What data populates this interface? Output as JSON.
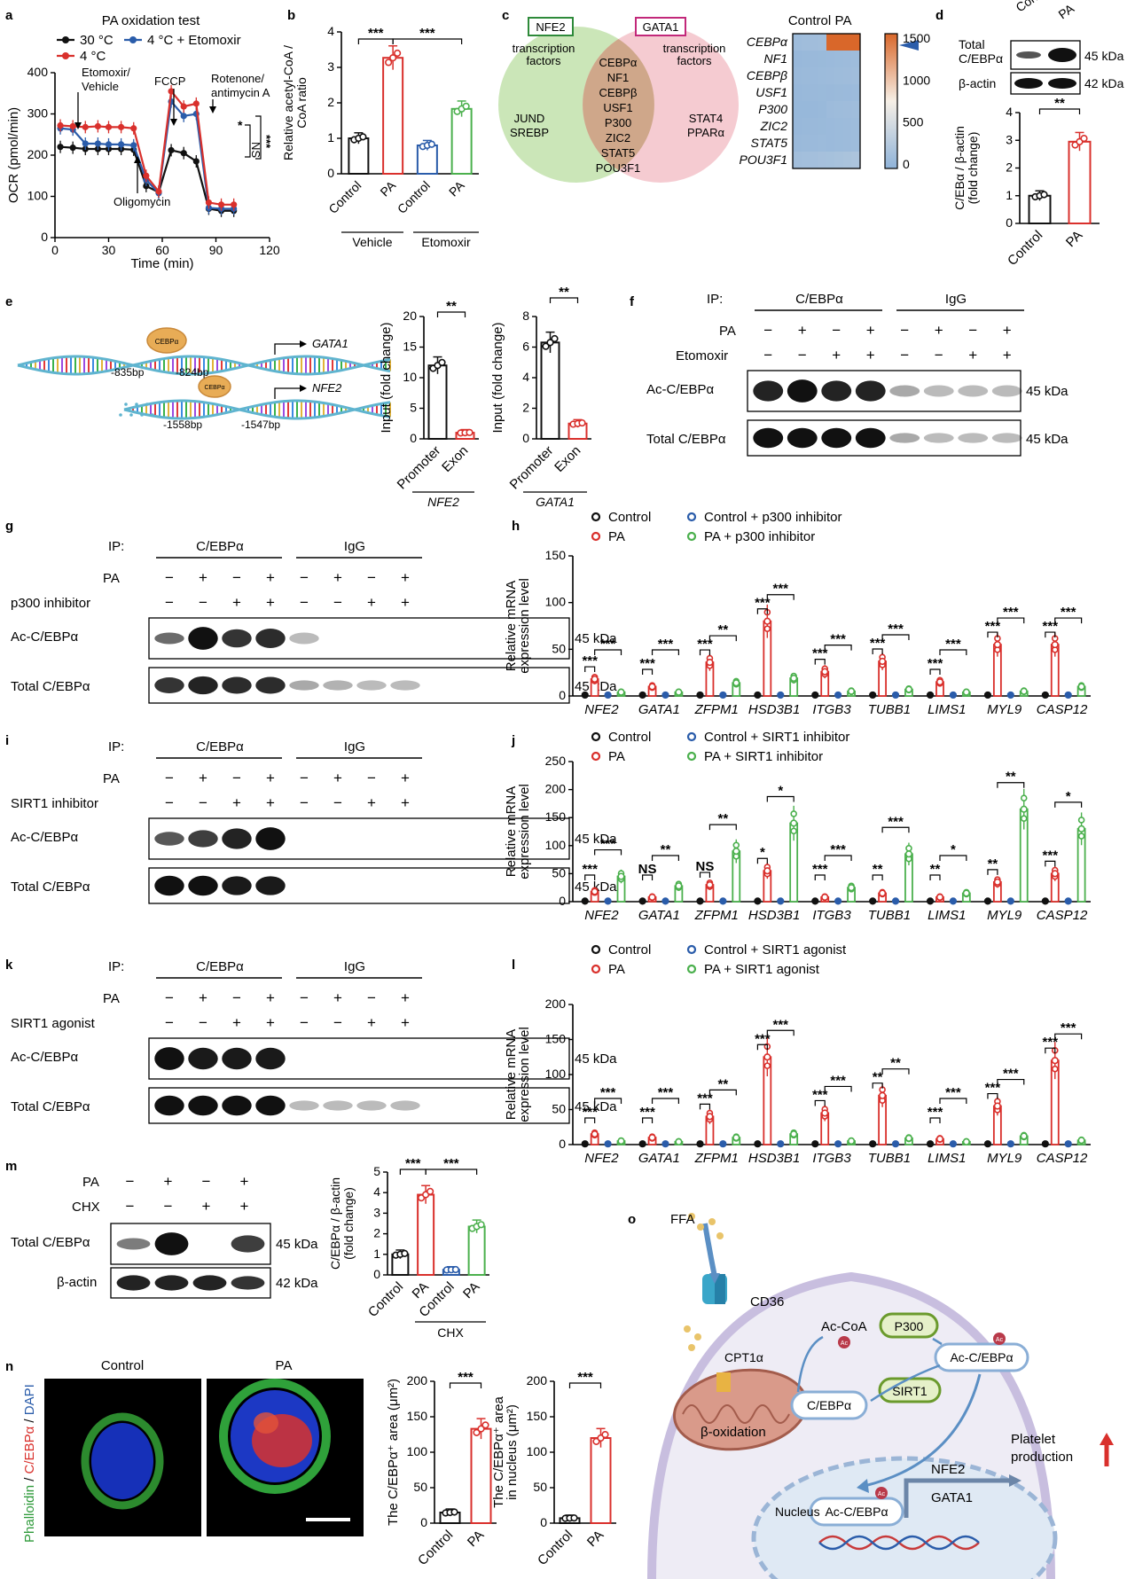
{
  "colors": {
    "black": "#111111",
    "red": "#d9302c",
    "blue": "#2a5caa",
    "green": "#4bb04d",
    "gray": "#7f7f7f"
  },
  "panel_letters": {
    "a": "a",
    "b": "b",
    "c": "c",
    "d": "d",
    "e": "e",
    "f": "f",
    "g": "g",
    "h": "h",
    "i": "i",
    "j": "j",
    "k": "k",
    "l": "l",
    "m": "m",
    "n": "n",
    "o": "o"
  },
  "units": {
    "kda45": "45 kDa",
    "kda42": "42 kDa"
  },
  "blot_common": {
    "ip": "IP:",
    "cebpa": "C/EBPα",
    "igg": "IgG",
    "pa": "PA",
    "minus": "−",
    "plus": "+",
    "ac_cebpa": "Ac-C/EBPα",
    "total_cebpa": "Total C/EBPα",
    "actin": "β-actin"
  },
  "panel_a": {
    "title": "PA oxidation test",
    "legend": [
      "30 °C",
      "4 °C + Etomoxir",
      "4 °C"
    ],
    "annotations": {
      "etomoxir": "Etomoxir/",
      "vehicle": "Vehicle",
      "fccp": "FCCP",
      "rotenone": "Rotenone/",
      "antimycin": "antimycin A",
      "oligomycin": "Oligomycin",
      "ns": "NS",
      "sig1": "*",
      "sig2": "***"
    }
  },
  "panel_b": {
    "groups": [
      "Vehicle",
      "Etomoxir"
    ],
    "sig": [
      "***",
      "***"
    ]
  },
  "panel_c": {
    "venn_left": "NFE2",
    "venn_right": "GATA1",
    "left_sub": "transcription factors",
    "right_sub": "transcription factors",
    "left_only": [
      "JUND",
      "SREBP"
    ],
    "right_only": [
      "STAT4",
      "PPARα"
    ],
    "overlap": [
      "CEBPα",
      "NF1",
      "CEBPβ",
      "USF1",
      "P300",
      "ZIC2",
      "STAT5",
      "POU3F1"
    ],
    "heat_cols": [
      "Control",
      "PA"
    ],
    "heat_rows": [
      "CEBPα",
      "NF1",
      "CEBPβ",
      "USF1",
      "P300",
      "ZIC2",
      "STAT5",
      "POU3F1"
    ],
    "heat_values": [
      [
        100,
        1250
      ],
      [
        60,
        80
      ],
      [
        70,
        90
      ],
      [
        60,
        70
      ],
      [
        50,
        90
      ],
      [
        60,
        80
      ],
      [
        70,
        80
      ],
      [
        120,
        150
      ]
    ],
    "colorbar_ticks": [
      1500,
      1000,
      500,
      0
    ]
  },
  "panel_d": {
    "blot_rows": [
      "Total\nC/EBPα",
      "β-actin"
    ],
    "cols": [
      "Control",
      "PA"
    ],
    "sig": "**"
  },
  "panel_e": {
    "gata1": "GATA1",
    "nfe2": "NFE2",
    "bp1": "-835bp",
    "bp2": "-824bp",
    "bp3": "-1558bp",
    "bp4": "-1547bp",
    "cebpa": "CEBPα",
    "sig": [
      "**",
      "**"
    ],
    "cats": [
      "Promoter",
      "Exon"
    ],
    "gene_labels": [
      "NFE2",
      "GATA1"
    ]
  },
  "panel_f": {
    "row3": "Etomoxir",
    "pa": [
      "−",
      "+",
      "−",
      "+",
      "−",
      "+",
      "−",
      "+"
    ],
    "etomoxir": [
      "−",
      "−",
      "+",
      "+",
      "−",
      "−",
      "+",
      "+"
    ]
  },
  "panel_g": {
    "row3": "p300 inhibitor",
    "pa": [
      "−",
      "+",
      "−",
      "+",
      "−",
      "+",
      "−",
      "+"
    ],
    "tr": [
      "−",
      "−",
      "+",
      "+",
      "−",
      "−",
      "+",
      "+"
    ]
  },
  "panel_i": {
    "row3": "SIRT1 inhibitor",
    "pa": [
      "−",
      "+",
      "−",
      "+",
      "−",
      "+",
      "−",
      "+"
    ],
    "tr": [
      "−",
      "−",
      "+",
      "+",
      "−",
      "−",
      "+",
      "+"
    ]
  },
  "panel_k": {
    "row3": "SIRT1 agonist",
    "pa": [
      "−",
      "+",
      "−",
      "+",
      "−",
      "+",
      "−",
      "+"
    ],
    "tr": [
      "−",
      "−",
      "+",
      "+",
      "−",
      "−",
      "+",
      "+"
    ]
  },
  "panel_m": {
    "pa": [
      "−",
      "+",
      "−",
      "+"
    ],
    "chx_label": "CHX",
    "chx": [
      "−",
      "−",
      "+",
      "+"
    ],
    "sig": [
      "***",
      "***"
    ]
  },
  "panel_n": {
    "img_labels": [
      "Control",
      "PA"
    ],
    "stain": [
      "Phalloidin",
      "C/EBPα",
      "DAPI"
    ],
    "sep": " / ",
    "sig": [
      "***",
      "***"
    ]
  },
  "panel_o": {
    "ffa": "FFA",
    "cd36": "CD36",
    "cpt1a": "CPT1α",
    "boxid": "β-oxidation",
    "acoa": "Ac-CoA",
    "ac": "Ac",
    "p300": "P300",
    "sirt1": "SIRT1",
    "cebpa": "C/EBPα",
    "accebpa": "Ac-C/EBPα",
    "nfe2": "NFE2",
    "gata1": "GATA1",
    "nucleus": "Nucleus",
    "platelet": "Platelet",
    "production": "production"
  },
  "chart_data": [
    {
      "id": "a",
      "type": "line",
      "xlabel": "Time (min)",
      "ylabel": "OCR (pmol/min)",
      "xlim": [
        0,
        120
      ],
      "ylim": [
        0,
        400
      ],
      "xticks": [
        0,
        30,
        60,
        90,
        120
      ],
      "yticks": [
        0,
        100,
        200,
        300,
        400
      ],
      "series": [
        {
          "name": "30 °C",
          "color": "black",
          "x": [
            3,
            10,
            17,
            24,
            30,
            37,
            44,
            51,
            58,
            65,
            72,
            79,
            86,
            93,
            100
          ],
          "y": [
            220,
            218,
            215,
            215,
            215,
            215,
            213,
            125,
            110,
            212,
            205,
            185,
            70,
            65,
            65
          ]
        },
        {
          "name": "4 °C",
          "color": "red",
          "x": [
            3,
            10,
            17,
            24,
            30,
            37,
            44,
            51,
            58,
            65,
            72,
            79,
            86,
            93,
            100
          ],
          "y": [
            272,
            270,
            268,
            270,
            268,
            268,
            265,
            150,
            112,
            355,
            318,
            325,
            85,
            80,
            80
          ]
        },
        {
          "name": "4 °C + Etomoxir",
          "color": "blue",
          "x": [
            3,
            10,
            17,
            24,
            30,
            37,
            44,
            51,
            58,
            65,
            72,
            79,
            86,
            93,
            100
          ],
          "y": [
            265,
            262,
            228,
            228,
            226,
            226,
            224,
            140,
            108,
            330,
            295,
            300,
            72,
            70,
            70
          ]
        }
      ]
    },
    {
      "id": "b",
      "type": "bar",
      "ylabel": "Relative acetyl-CoA /\nCoA ratio",
      "ylim": [
        0,
        4
      ],
      "yticks": [
        0,
        1,
        2,
        3,
        4
      ],
      "categories": [
        "Control",
        "PA",
        "Control",
        "PA"
      ],
      "values": [
        1.0,
        3.27,
        0.8,
        1.83
      ],
      "colors": [
        "black",
        "red",
        "blue",
        "green"
      ]
    },
    {
      "id": "d",
      "type": "bar",
      "ylabel": "C/EBα / β-actin\n(fold change)",
      "ylim": [
        0,
        4
      ],
      "yticks": [
        0,
        1,
        2,
        3,
        4
      ],
      "categories": [
        "Control",
        "PA"
      ],
      "values": [
        1.0,
        2.95
      ],
      "colors": [
        "black",
        "red"
      ]
    },
    {
      "id": "e1",
      "type": "bar",
      "ylabel": "Input (fold change)",
      "ylim": [
        0,
        20
      ],
      "yticks": [
        0,
        5,
        10,
        15,
        20
      ],
      "categories": [
        "Promoter",
        "Exon"
      ],
      "values": [
        12.0,
        1.0
      ],
      "colors": [
        "black",
        "red"
      ]
    },
    {
      "id": "e2",
      "type": "bar",
      "ylabel": "Input (fold change)",
      "ylim": [
        0,
        8
      ],
      "yticks": [
        0,
        2,
        4,
        6,
        8
      ],
      "categories": [
        "Promoter",
        "Exon"
      ],
      "values": [
        6.3,
        1.0
      ],
      "colors": [
        "black",
        "red"
      ]
    },
    {
      "id": "h",
      "type": "bar",
      "ylabel": "Relative mRNA\nexpression level",
      "ylim": [
        0,
        150
      ],
      "yticks": [
        0,
        50,
        100,
        150
      ],
      "legend": [
        "Control",
        "PA",
        "Control + p300 inhibitor",
        "PA + p300 inhibitor"
      ],
      "categories": [
        "NFE2",
        "GATA1",
        "ZFPM1",
        "HSD3B1",
        "ITGB3",
        "TUBB1",
        "LIMS1",
        "MYL9",
        "CASP12"
      ],
      "series": [
        {
          "name": "Control",
          "values": [
            1,
            1,
            1,
            1,
            1,
            1,
            1,
            1,
            1
          ]
        },
        {
          "name": "PA",
          "values": [
            18,
            10,
            36,
            80,
            26,
            37,
            15,
            55,
            55
          ]
        },
        {
          "name": "Control + p300 inhibitor",
          "values": [
            1,
            1,
            1,
            1,
            1,
            1,
            1,
            1,
            1
          ]
        },
        {
          "name": "PA + p300 inhibitor",
          "values": [
            4,
            4,
            14,
            19,
            5,
            7,
            4,
            5,
            10
          ]
        }
      ],
      "sig": [
        [
          "***",
          "***"
        ],
        [
          "***",
          "***"
        ],
        [
          "***",
          "**"
        ],
        [
          "***",
          "***"
        ],
        [
          "***",
          "***"
        ],
        [
          "***",
          "***"
        ],
        [
          "***",
          "***"
        ],
        [
          "***",
          "***"
        ],
        [
          "***",
          "***"
        ]
      ]
    },
    {
      "id": "j",
      "type": "bar",
      "ylabel": "Relative mRNA\nexpression level",
      "ylim": [
        0,
        250
      ],
      "yticks": [
        0,
        50,
        100,
        150,
        200,
        250
      ],
      "legend": [
        "Control",
        "PA",
        "Control + SIRT1 inhibitor",
        "PA + SIRT1 inhibitor"
      ],
      "categories": [
        "NFE2",
        "GATA1",
        "ZFPM1",
        "HSD3B1",
        "ITGB3",
        "TUBB1",
        "LIMS1",
        "MYL9",
        "CASP12"
      ],
      "series": [
        {
          "name": "Control",
          "values": [
            1,
            1,
            1,
            1,
            1,
            1,
            1,
            1,
            1
          ]
        },
        {
          "name": "PA",
          "values": [
            18,
            8,
            30,
            55,
            8,
            15,
            8,
            35,
            50
          ]
        },
        {
          "name": "Control + SIRT1 inhibitor",
          "values": [
            1,
            1,
            1,
            1,
            1,
            1,
            1,
            1,
            1
          ]
        },
        {
          "name": "PA + SIRT1 inhibitor",
          "values": [
            45,
            28,
            90,
            140,
            25,
            85,
            15,
            165,
            130
          ]
        }
      ],
      "sig": [
        [
          "***",
          "***"
        ],
        [
          "NS",
          "**"
        ],
        [
          "NS",
          "**"
        ],
        [
          "*",
          "*"
        ],
        [
          "***",
          "***"
        ],
        [
          "**",
          "***"
        ],
        [
          "**",
          "*"
        ],
        [
          "**",
          "**"
        ],
        [
          "***",
          "*"
        ]
      ]
    },
    {
      "id": "l",
      "type": "bar",
      "ylabel": "Relative mRNA\nexpression level",
      "ylim": [
        0,
        200
      ],
      "yticks": [
        0,
        50,
        100,
        150,
        200
      ],
      "legend": [
        "Control",
        "PA",
        "Control + SIRT1 agonist",
        "PA + SIRT1 agonist"
      ],
      "categories": [
        "NFE2",
        "GATA1",
        "ZFPM1",
        "HSD3B1",
        "ITGB3",
        "TUBB1",
        "LIMS1",
        "MYL9",
        "CASP12"
      ],
      "series": [
        {
          "name": "Control",
          "values": [
            1,
            1,
            1,
            1,
            1,
            1,
            1,
            1,
            1
          ]
        },
        {
          "name": "PA",
          "values": [
            15,
            10,
            40,
            125,
            45,
            70,
            8,
            55,
            120
          ]
        },
        {
          "name": "Control + SIRT1 agonist",
          "values": [
            1,
            1,
            1,
            1,
            1,
            1,
            1,
            1,
            1
          ]
        },
        {
          "name": "PA + SIRT1 agonist",
          "values": [
            5,
            4,
            10,
            15,
            5,
            9,
            4,
            12,
            6
          ]
        }
      ],
      "sig": [
        [
          "***",
          "***"
        ],
        [
          "***",
          "***"
        ],
        [
          "***",
          "**"
        ],
        [
          "***",
          "***"
        ],
        [
          "***",
          "***"
        ],
        [
          "**",
          "**"
        ],
        [
          "***",
          "***"
        ],
        [
          "***",
          "***"
        ],
        [
          "***",
          "***"
        ]
      ]
    },
    {
      "id": "m",
      "type": "bar",
      "ylabel": "C/EBPα / β-actin\n(fold change)",
      "ylim": [
        0,
        5
      ],
      "yticks": [
        0,
        1,
        2,
        3,
        4,
        5
      ],
      "categories": [
        "Control",
        "PA",
        "Control",
        "PA"
      ],
      "values": [
        1.0,
        3.9,
        0.25,
        2.35
      ],
      "colors": [
        "black",
        "red",
        "blue",
        "green"
      ]
    },
    {
      "id": "n1",
      "type": "bar",
      "ylabel": "The C/EBPα⁺ area (μm²)",
      "ylim": [
        0,
        200
      ],
      "yticks": [
        0,
        50,
        100,
        150,
        200
      ],
      "categories": [
        "Control",
        "PA"
      ],
      "values": [
        15,
        133
      ],
      "colors": [
        "black",
        "red"
      ]
    },
    {
      "id": "n2",
      "type": "bar",
      "ylabel": "The C/EBPα⁺ area\nin nucleus (μm²)",
      "ylim": [
        0,
        200
      ],
      "yticks": [
        0,
        50,
        100,
        150,
        200
      ],
      "categories": [
        "Control",
        "PA"
      ],
      "values": [
        7,
        120
      ],
      "colors": [
        "black",
        "red"
      ]
    }
  ]
}
